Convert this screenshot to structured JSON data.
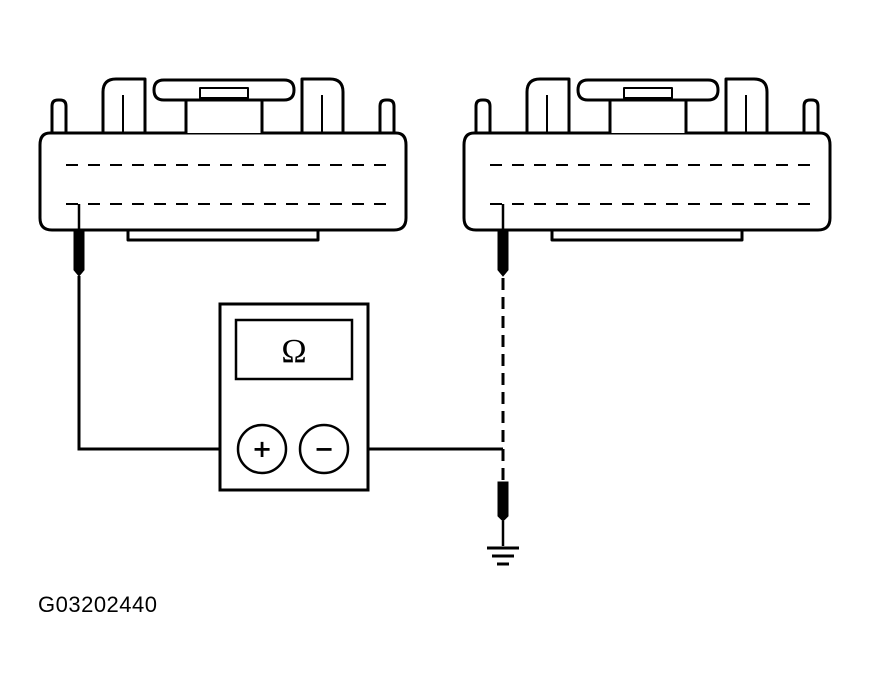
{
  "meter": {
    "display_symbol": "Ω",
    "positive_label": "+",
    "negative_label": "−"
  },
  "figure_id": "G03202440",
  "colors": {
    "line": "#000000",
    "connector_fill": "#ffffff"
  },
  "icons": [
    "connector-body",
    "probe-tip",
    "ground-symbol",
    "ohmmeter"
  ]
}
